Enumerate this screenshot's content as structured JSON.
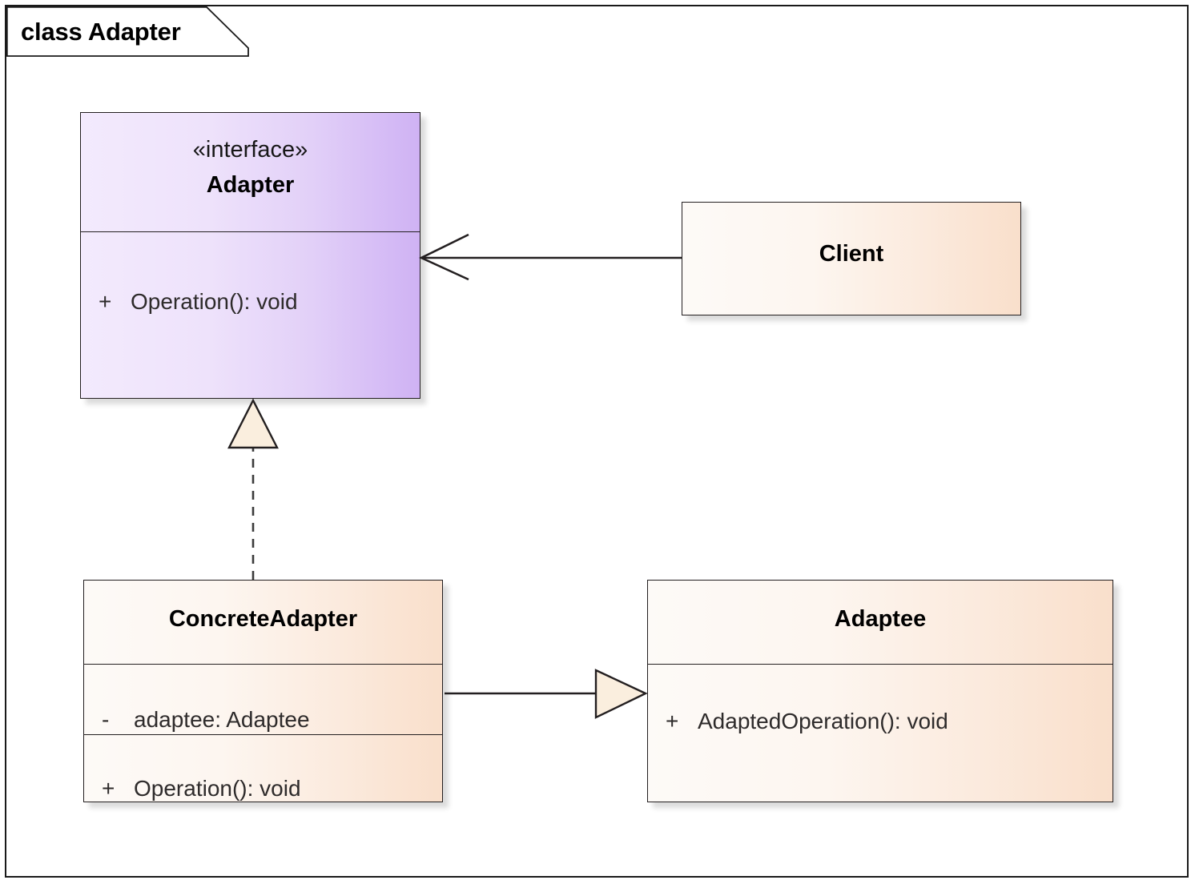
{
  "diagram": {
    "frame_label": "class Adapter",
    "type": "uml-class-diagram",
    "background": "#ffffff",
    "frame_border_color": "#1a1a1a"
  },
  "colors": {
    "interface_fill_left": "#f3eafd",
    "interface_fill_right": "#cfb2f4",
    "class_fill_left": "#fdfaf7",
    "class_fill_right": "#f9dfcb",
    "border": "#231f20",
    "arrow_fill": "#faeede",
    "text": "#2e2b2b"
  },
  "classes": {
    "adapter": {
      "stereotype": "«interface»",
      "name": "Adapter",
      "members": [
        {
          "visibility": "+",
          "signature": "Operation(): void"
        }
      ]
    },
    "client": {
      "stereotype": "",
      "name": "Client",
      "members": []
    },
    "concrete_adapter": {
      "stereotype": "",
      "name": "ConcreteAdapter",
      "attributes": [
        {
          "visibility": "-",
          "signature": "adaptee: Adaptee"
        }
      ],
      "operations": [
        {
          "visibility": "+",
          "signature": "Operation(): void"
        }
      ]
    },
    "adaptee": {
      "stereotype": "",
      "name": "Adaptee",
      "members": [
        {
          "visibility": "+",
          "signature": "AdaptedOperation(): void"
        }
      ]
    }
  },
  "relationships": [
    {
      "kind": "dependency",
      "from": "Client",
      "to": "Adapter",
      "line_style": "solid",
      "arrowhead": "open"
    },
    {
      "kind": "realization",
      "from": "ConcreteAdapter",
      "to": "Adapter",
      "line_style": "dashed",
      "arrowhead": "hollow-triangle"
    },
    {
      "kind": "association",
      "from": "ConcreteAdapter",
      "to": "Adaptee",
      "line_style": "solid",
      "arrowhead": "filled-triangle"
    }
  ]
}
